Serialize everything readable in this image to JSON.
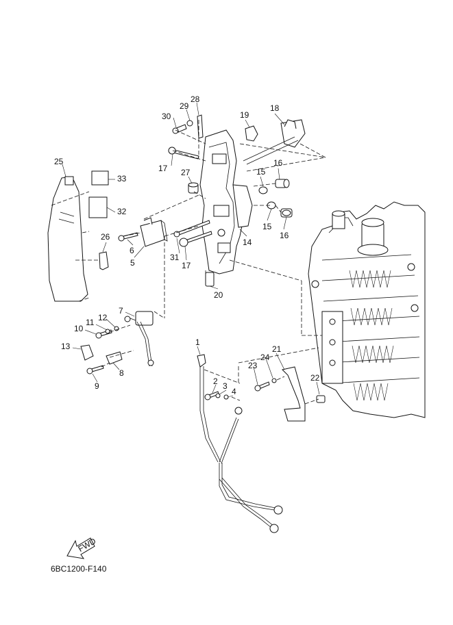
{
  "diagram": {
    "code": "6BC1200-F140",
    "fwd_label": "FWD",
    "callouts": [
      {
        "id": "1",
        "label": "1"
      },
      {
        "id": "2",
        "label": "2"
      },
      {
        "id": "3",
        "label": "3"
      },
      {
        "id": "4",
        "label": "4"
      },
      {
        "id": "5",
        "label": "5"
      },
      {
        "id": "6",
        "label": "6"
      },
      {
        "id": "7",
        "label": "7"
      },
      {
        "id": "8",
        "label": "8"
      },
      {
        "id": "9",
        "label": "9"
      },
      {
        "id": "10",
        "label": "10"
      },
      {
        "id": "11",
        "label": "11"
      },
      {
        "id": "12",
        "label": "12"
      },
      {
        "id": "13",
        "label": "13"
      },
      {
        "id": "14",
        "label": "14"
      },
      {
        "id": "15a",
        "label": "15"
      },
      {
        "id": "15b",
        "label": "15"
      },
      {
        "id": "16a",
        "label": "16"
      },
      {
        "id": "16b",
        "label": "16"
      },
      {
        "id": "17a",
        "label": "17"
      },
      {
        "id": "17b",
        "label": "17"
      },
      {
        "id": "18",
        "label": "18"
      },
      {
        "id": "19",
        "label": "19"
      },
      {
        "id": "20",
        "label": "20"
      },
      {
        "id": "21",
        "label": "21"
      },
      {
        "id": "22",
        "label": "22"
      },
      {
        "id": "23",
        "label": "23"
      },
      {
        "id": "24",
        "label": "24"
      },
      {
        "id": "25",
        "label": "25"
      },
      {
        "id": "26",
        "label": "26"
      },
      {
        "id": "27",
        "label": "27"
      },
      {
        "id": "28",
        "label": "28"
      },
      {
        "id": "29",
        "label": "29"
      },
      {
        "id": "30",
        "label": "30"
      },
      {
        "id": "31",
        "label": "31"
      },
      {
        "id": "32",
        "label": "32"
      },
      {
        "id": "33",
        "label": "33"
      }
    ]
  }
}
